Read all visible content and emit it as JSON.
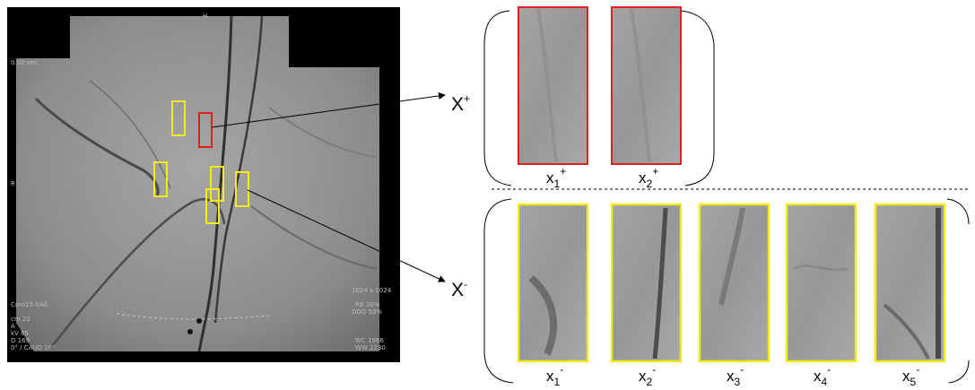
{
  "labels": {
    "positive_set": "X",
    "positive_set_sup": "+",
    "negative_set": "X",
    "negative_set_sup": "-"
  },
  "positive_patches": [
    {
      "base": "x",
      "sub": "1",
      "sup": "+"
    },
    {
      "base": "x",
      "sub": "2",
      "sup": "+"
    }
  ],
  "negative_patches": [
    {
      "base": "x",
      "sub": "1",
      "sup": "-"
    },
    {
      "base": "x",
      "sub": "2",
      "sup": "-"
    },
    {
      "base": "x",
      "sub": "3",
      "sup": "-"
    },
    {
      "base": "x",
      "sub": "4",
      "sup": "-"
    },
    {
      "base": "x",
      "sub": "5",
      "sup": "-"
    }
  ],
  "angiogram_overlay_text": {
    "top_left": "0.00 sec",
    "side_marker": "R",
    "top_marker": "H",
    "bottom_left": [
      "Coro15 f/All",
      "cm 22",
      "A",
      "kV 85",
      "D 169",
      "0° / CAUD 18°"
    ],
    "bottom_right": [
      "1024 x 1024",
      "RB 30%",
      "DDO 50%",
      "WC 1966",
      "WW 2230"
    ]
  },
  "colors": {
    "positive_box": "#e02020",
    "negative_box": "#f2ea1a",
    "patch_bg": "#9a9a9a",
    "xray_bg": "#8e8e8e"
  }
}
